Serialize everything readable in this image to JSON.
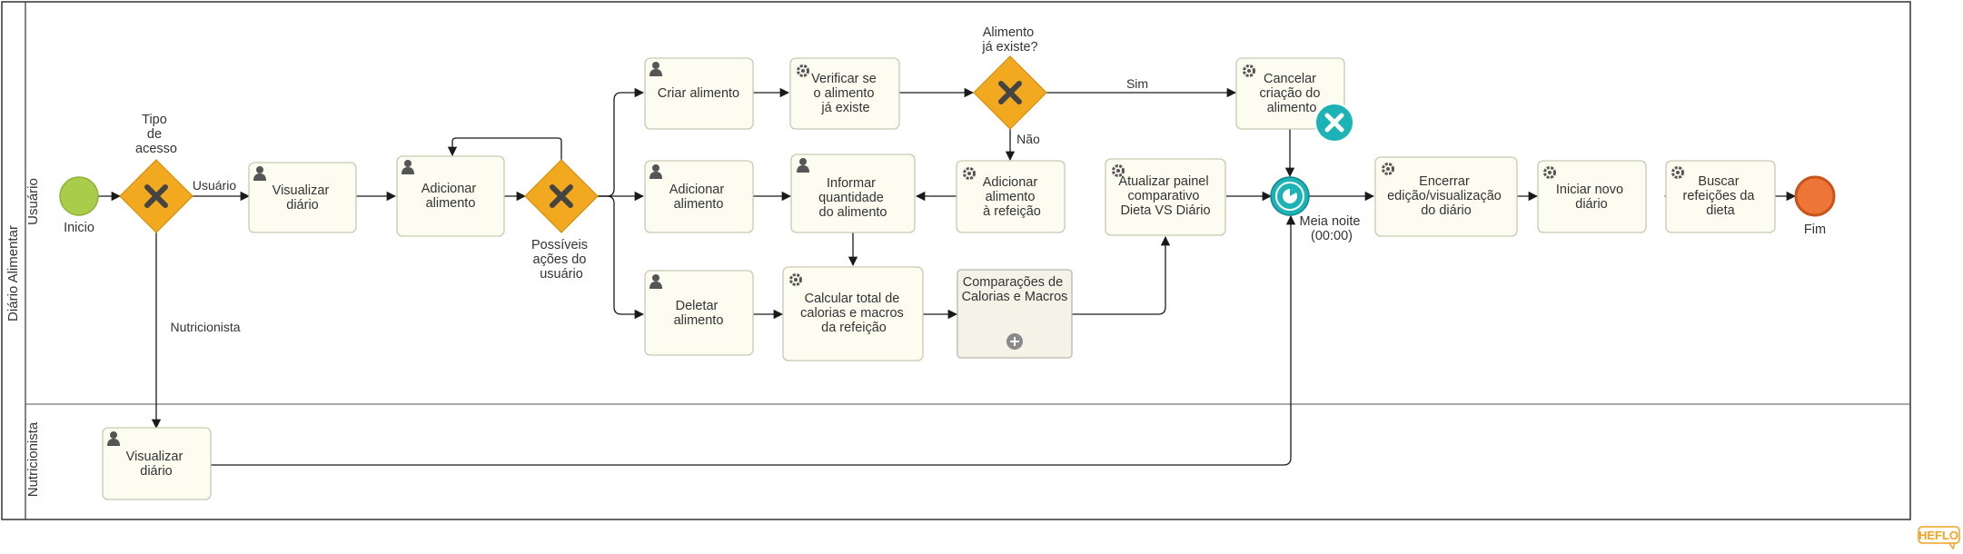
{
  "pool": {
    "title": "Diário Alimentar"
  },
  "lanes": [
    "Usuário",
    "Nutricionista"
  ],
  "events": {
    "start": "Inicio",
    "end": "Fim",
    "timer": [
      "Meia noite",
      "(00:00)"
    ]
  },
  "gateways": {
    "access": [
      "Tipo",
      "de",
      "acesso"
    ],
    "actions": [
      "Possíveis",
      "ações do",
      "usuário"
    ],
    "exists": [
      "Alimento",
      "já existe?"
    ]
  },
  "flows": {
    "usuario": "Usuário",
    "nutricionista": "Nutricionista",
    "sim": "Sim",
    "nao": "Não"
  },
  "tasks": {
    "visualizar": [
      "Visualizar",
      "diário"
    ],
    "adicionar": [
      "Adicionar",
      "alimento"
    ],
    "criar": [
      "Criar alimento"
    ],
    "verificar": [
      "Verificar se",
      "o alimento",
      "já existe"
    ],
    "cancelar": [
      "Cancelar",
      "criação do",
      "alimento"
    ],
    "adicionar2": [
      "Adicionar",
      "alimento"
    ],
    "informar": [
      "Informar",
      "quantidade",
      "do alimento"
    ],
    "adicionar_refeicao": [
      "Adicionar",
      "alimento",
      "à refeição"
    ],
    "deletar": [
      "Deletar",
      "alimento"
    ],
    "calcular": [
      "Calcular total de",
      "calorias e macros",
      "da refeição"
    ],
    "comparacoes": [
      "Comparações de",
      "Calorias e Macros"
    ],
    "atualizar": [
      "Atualizar painel",
      "comparativo",
      "Dieta VS Diário"
    ],
    "encerrar": [
      "Encerrar",
      "edição/visualização",
      "do diário"
    ],
    "iniciar": [
      "Iniciar novo",
      "diário"
    ],
    "buscar": [
      "Buscar",
      "refeições da",
      "dieta"
    ],
    "visualizar_nutri": [
      "Visualizar",
      "diário"
    ]
  },
  "brand": "HEFLO",
  "colors": {
    "task_fill": "#fcfcf0",
    "task_stroke": "#c9c9b2",
    "gateway": "#f2a91f",
    "start": "#a9cc4a",
    "end": "#ee7538",
    "timer": "#1cb3b7"
  }
}
